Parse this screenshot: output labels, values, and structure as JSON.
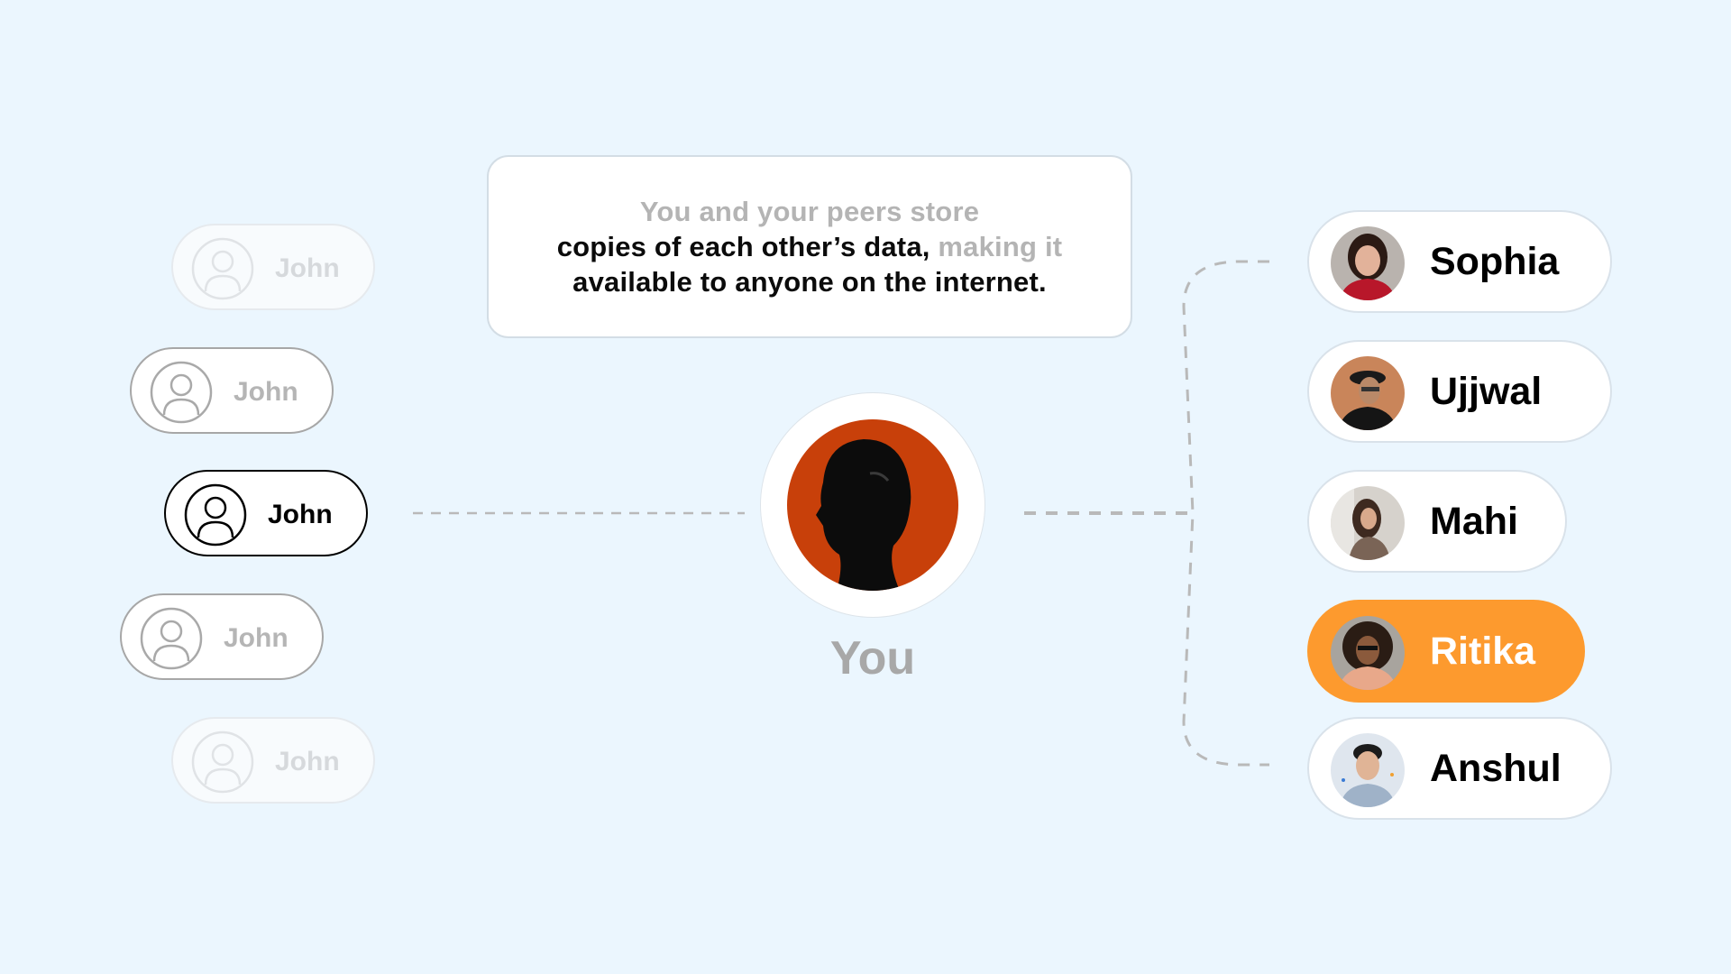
{
  "caption": {
    "line1": "You and your peers store",
    "line2_strong": "copies of each other’s data,",
    "line2_muted": "making it",
    "line3": "available to anyone on the internet."
  },
  "peers": [
    {
      "label": "John",
      "state": "faint",
      "icon": "user-icon"
    },
    {
      "label": "John",
      "state": "mid",
      "icon": "user-icon"
    },
    {
      "label": "John",
      "state": "active",
      "icon": "user-icon"
    },
    {
      "label": "John",
      "state": "mid",
      "icon": "user-icon"
    },
    {
      "label": "John",
      "state": "faint",
      "icon": "user-icon"
    }
  ],
  "center": {
    "label": "You"
  },
  "contacts": [
    {
      "name": "Sophia",
      "highlighted": false
    },
    {
      "name": "Ujjwal",
      "highlighted": false
    },
    {
      "name": "Mahi",
      "highlighted": false
    },
    {
      "name": "Ritika",
      "highlighted": true
    },
    {
      "name": "Anshul",
      "highlighted": false
    }
  ],
  "colors": {
    "background": "#ebf6fe",
    "highlight": "#fd9a2e",
    "you_avatar_bg": "#c8400a",
    "muted_text": "#b4b4b4",
    "connector": "#b9b9b9"
  }
}
